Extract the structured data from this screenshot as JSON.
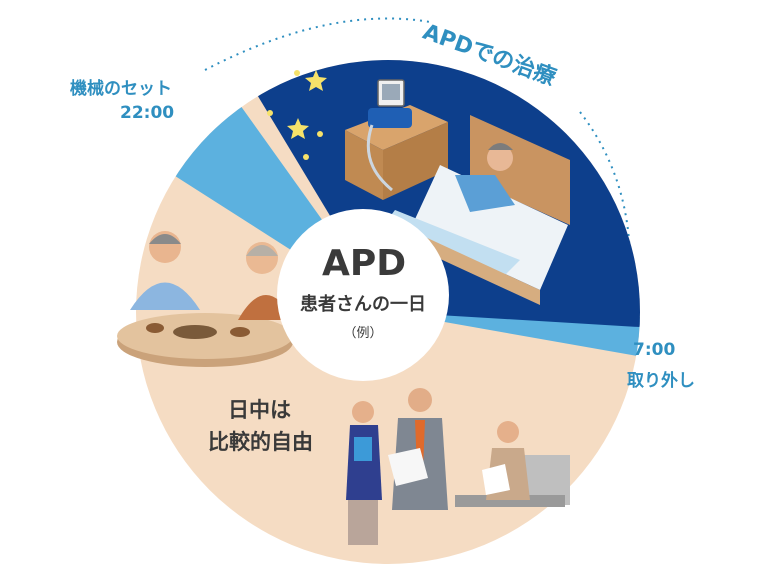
{
  "center": {
    "title": "APD",
    "subtitle": "患者さんの一日",
    "note": "（例）"
  },
  "arc_title": "APDでの治療",
  "setup": {
    "label": "機械のセット",
    "time": "22:00"
  },
  "removal": {
    "time": "7:00",
    "label": "取り外し"
  },
  "daytime": {
    "line1": "日中は",
    "line2": "比較的自由"
  },
  "icons": [
    "star-icon",
    "apd-machine-icon",
    "bed-icon",
    "sleeping-patient-icon",
    "dining-couple-icon",
    "office-workers-icon"
  ],
  "colors": {
    "night": "#0d3f8c",
    "accent_band": "#5cb1df",
    "day": "#f5dcc3",
    "label_blue": "#2f8fc0",
    "text_dark": "#3a3a3a"
  }
}
